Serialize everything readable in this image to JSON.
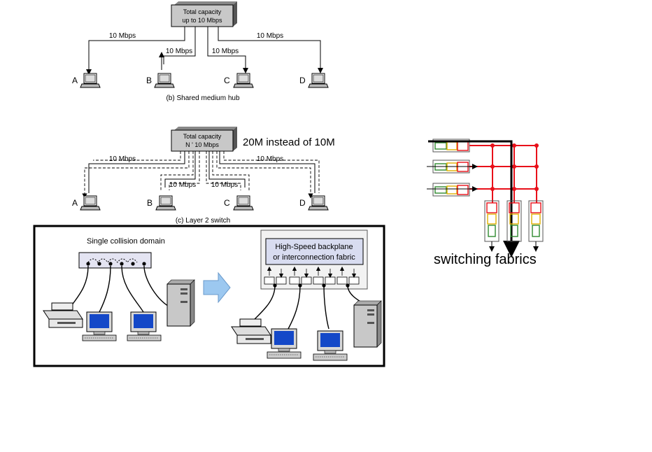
{
  "hub": {
    "box_line1": "Total capacity",
    "box_line2": "up to 10 Mbps",
    "link_outer_left": "10 Mbps",
    "link_inner_left": "10 Mbps",
    "link_inner_right": "10 Mbps",
    "link_outer_right": "10 Mbps",
    "nodes": [
      "A",
      "B",
      "C",
      "D"
    ],
    "caption": "(b) Shared medium hub"
  },
  "switch": {
    "box_line1": "Total capacity",
    "box_line2": "N ' 10 Mbps",
    "note": "20M instead of 10M",
    "link_outer_left": "10 Mbps",
    "link_inner_left": "10 Mbps",
    "link_inner_right": "10 Mbps",
    "link_outer_right": "10 Mbps",
    "nodes": [
      "A",
      "B",
      "C",
      "D"
    ],
    "caption": "(c) Layer 2 switch"
  },
  "network": {
    "left_label": "Single collision domain",
    "backplane_line1": "High-Speed backplane",
    "backplane_line2": "or interconnection fabric"
  },
  "fabric": {
    "label": "switching fabrics"
  },
  "colors": {
    "fabric_red": "#e8101a",
    "port_green": "#2f8a2f",
    "port_yellow": "#e0b000",
    "monitor_blue": "#1448c8",
    "arrow_blue": "#9cc8f0",
    "backplane_fill": "#d8dcf0"
  }
}
